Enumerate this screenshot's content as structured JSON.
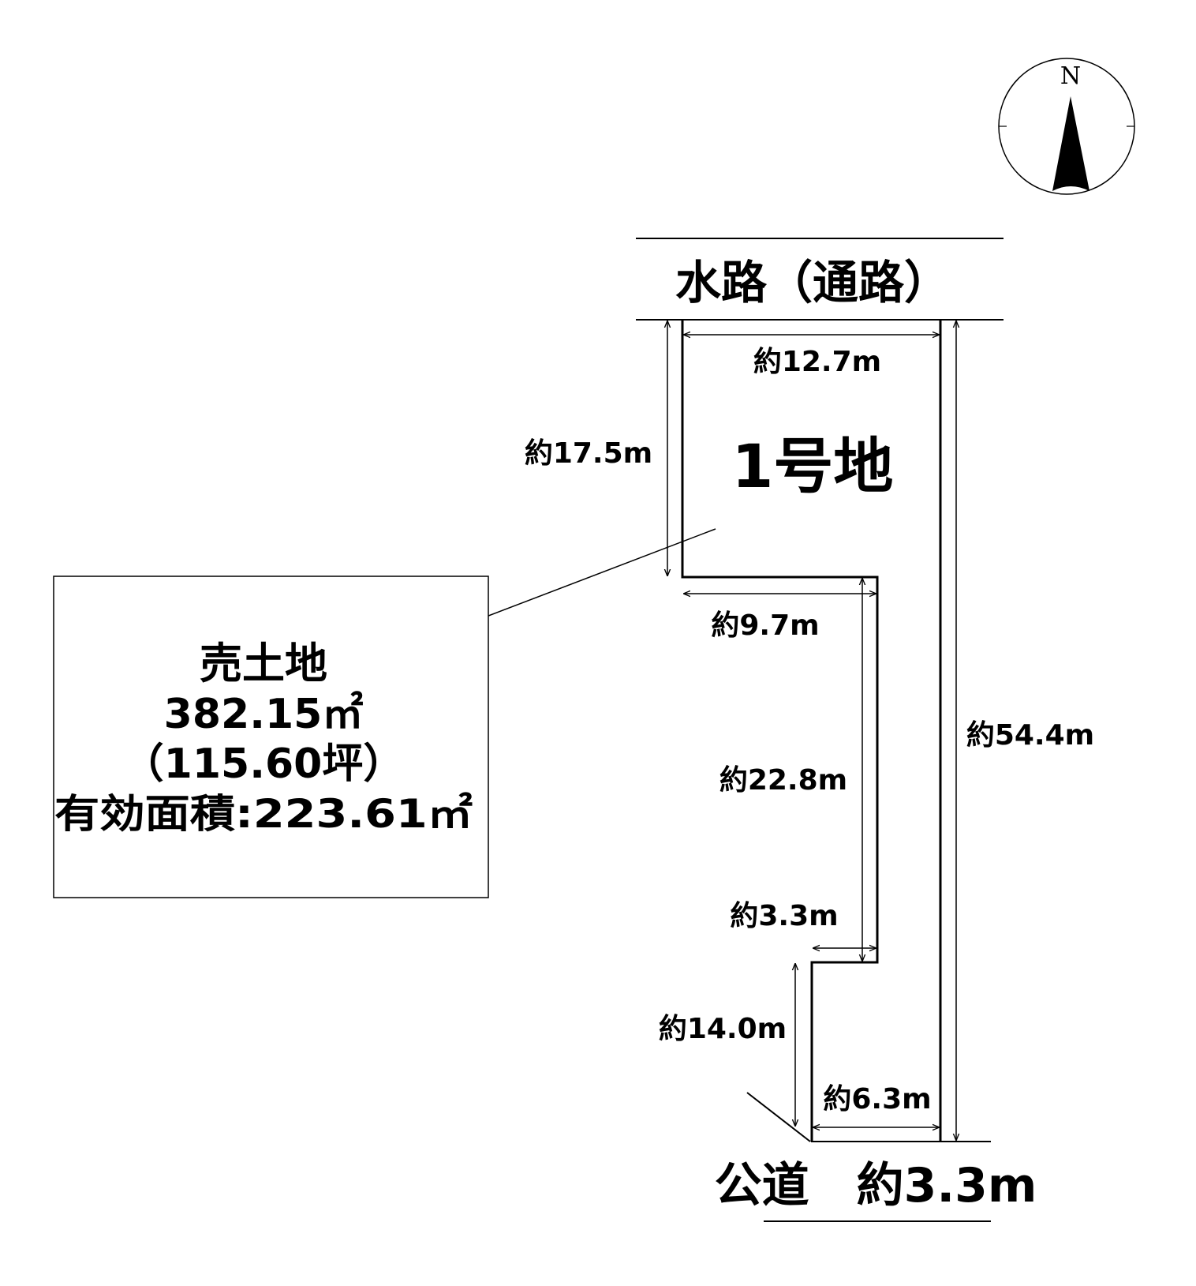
{
  "compass": {
    "north_label": "N"
  },
  "roads": {
    "north": "水路（通路）",
    "south": "公道　約3.3m"
  },
  "lot": {
    "name": "1号地"
  },
  "dimensions": {
    "top_width": "約12.7m",
    "upper_left_depth": "約17.5m",
    "step_width": "約9.7m",
    "middle_depth": "約22.8m",
    "notch_width": "約3.3m",
    "lower_depth": "約14.0m",
    "frontage": "約6.3m",
    "total_depth": "約54.4m"
  },
  "info_box": {
    "line1": "売土地",
    "line2": "382.15㎡",
    "line3": "（115.60坪）",
    "line4": "有効面積:223.61㎡"
  }
}
